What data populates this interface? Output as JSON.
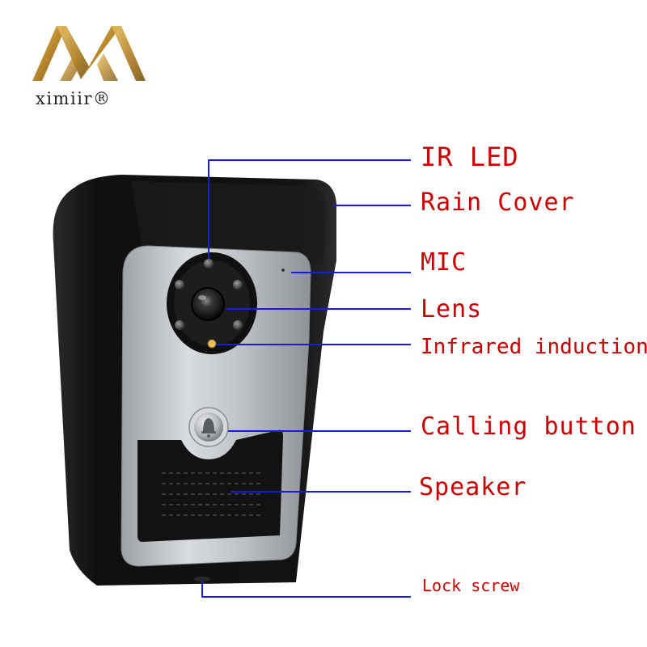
{
  "brand": {
    "name": "ximiir®",
    "logo_color": "#b8862b"
  },
  "colors": {
    "label_text": "#cc0000",
    "leader_line": "#1a1ae6",
    "housing": "#151515",
    "faceplate": "#b9bdc2"
  },
  "callouts": {
    "ir_led": "IR LED",
    "rain_cover": "Rain Cover",
    "mic": "MIC",
    "lens": "Lens",
    "infrared_induction": "Infrared induction",
    "calling_button": "Calling button",
    "speaker": "Speaker",
    "lock_screw": "Lock screw"
  },
  "icons": {
    "call_button": "bell-icon"
  }
}
